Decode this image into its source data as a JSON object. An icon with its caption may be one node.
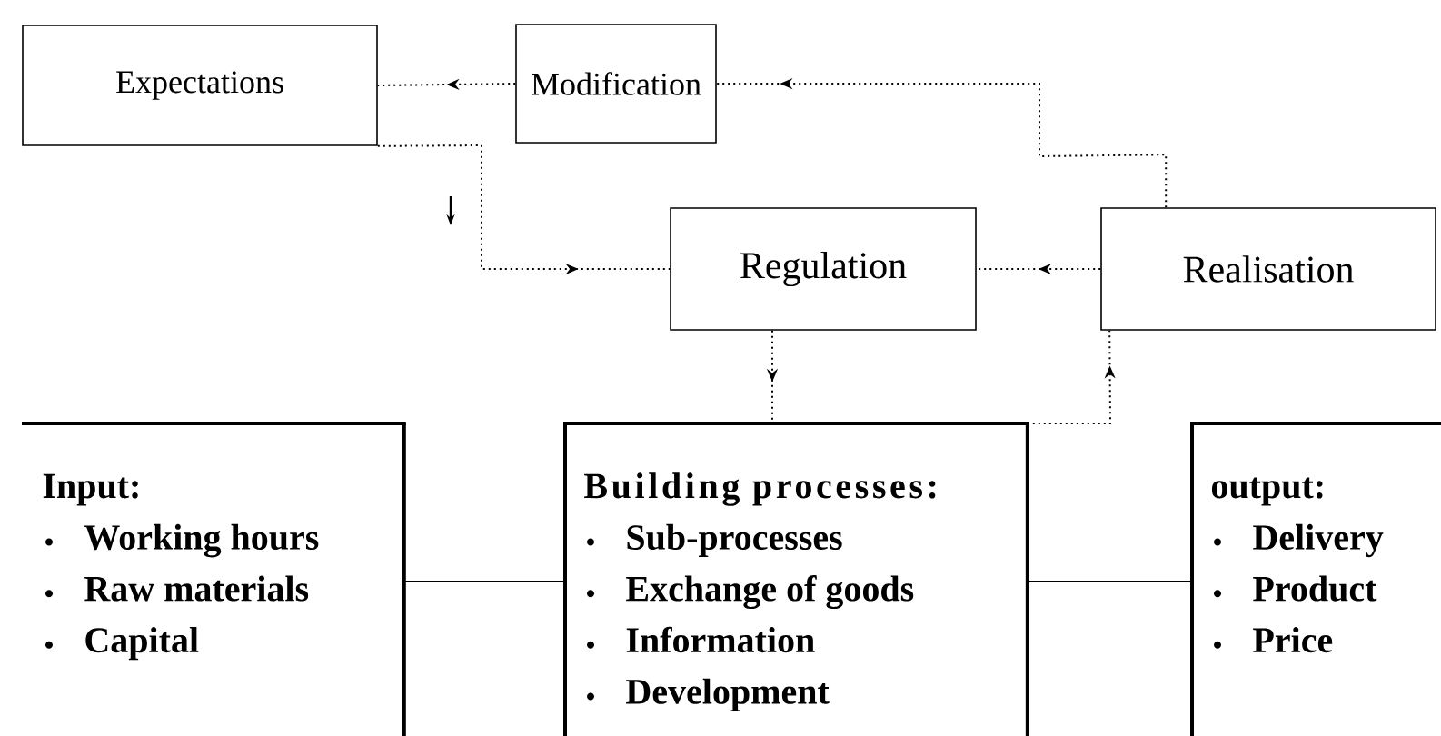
{
  "diagram": {
    "nodes": [
      {
        "text": [
          "Expectations"
        ]
      },
      {
        "text": [
          "Modification"
        ]
      },
      {
        "text": [
          "Regulation"
        ]
      },
      {
        "text": [
          "Realisation"
        ]
      },
      {
        "text": [
          "Input:",
          "Working hours",
          "Raw materials",
          "Capital"
        ]
      },
      {
        "text": [
          "Building processes:",
          "Sub-processes",
          "Exchange of goods",
          "Information",
          "Development"
        ]
      },
      {
        "text": [
          "output:",
          "Delivery",
          "Product",
          "Price"
        ]
      }
    ],
    "edges": [
      {
        "from": 1,
        "to": 0,
        "arrow": "to",
        "style": "dashed"
      },
      {
        "from": 3,
        "to": 1,
        "arrow": "to",
        "style": "dashed"
      },
      {
        "from": 0,
        "to": 2,
        "arrow": "to",
        "style": "dashed"
      },
      {
        "from": 3,
        "to": 2,
        "arrow": "to",
        "style": "dashed"
      },
      {
        "from": 2,
        "to": 5,
        "arrow": "to",
        "style": "dashed"
      },
      {
        "from": 5,
        "to": 3,
        "arrow": "to",
        "style": "dashed"
      },
      {
        "from": 4,
        "to": 5,
        "arrow": "none"
      },
      {
        "from": 5,
        "to": 6,
        "arrow": "none"
      }
    ]
  }
}
